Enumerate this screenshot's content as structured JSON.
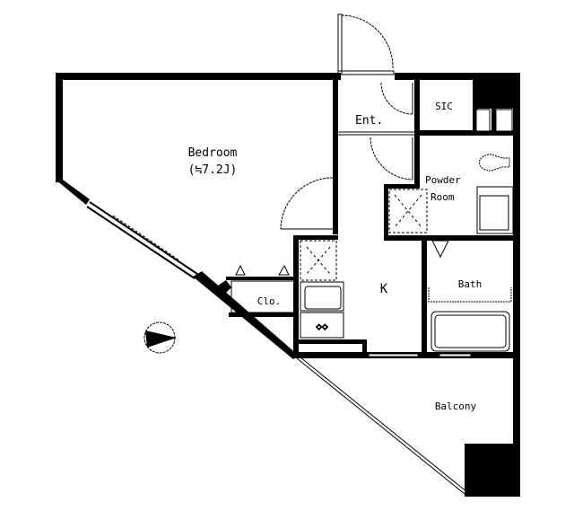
{
  "floorplan": {
    "rooms": {
      "bedroom": {
        "label": "Bedroom",
        "area": "(≒7.2J)"
      },
      "entrance": {
        "label": "Ent."
      },
      "sic": {
        "label": "SIC"
      },
      "powder_room": {
        "label_line1": "Powder",
        "label_line2": "Room"
      },
      "kitchen": {
        "label": "K"
      },
      "bath": {
        "label": "Bath"
      },
      "closet": {
        "label": "Clo."
      },
      "balcony": {
        "label": "Balcony"
      }
    },
    "compass": {
      "icon": "north-arrow-icon",
      "direction": "east"
    },
    "colors": {
      "wall": "#000000",
      "background": "#ffffff"
    }
  }
}
